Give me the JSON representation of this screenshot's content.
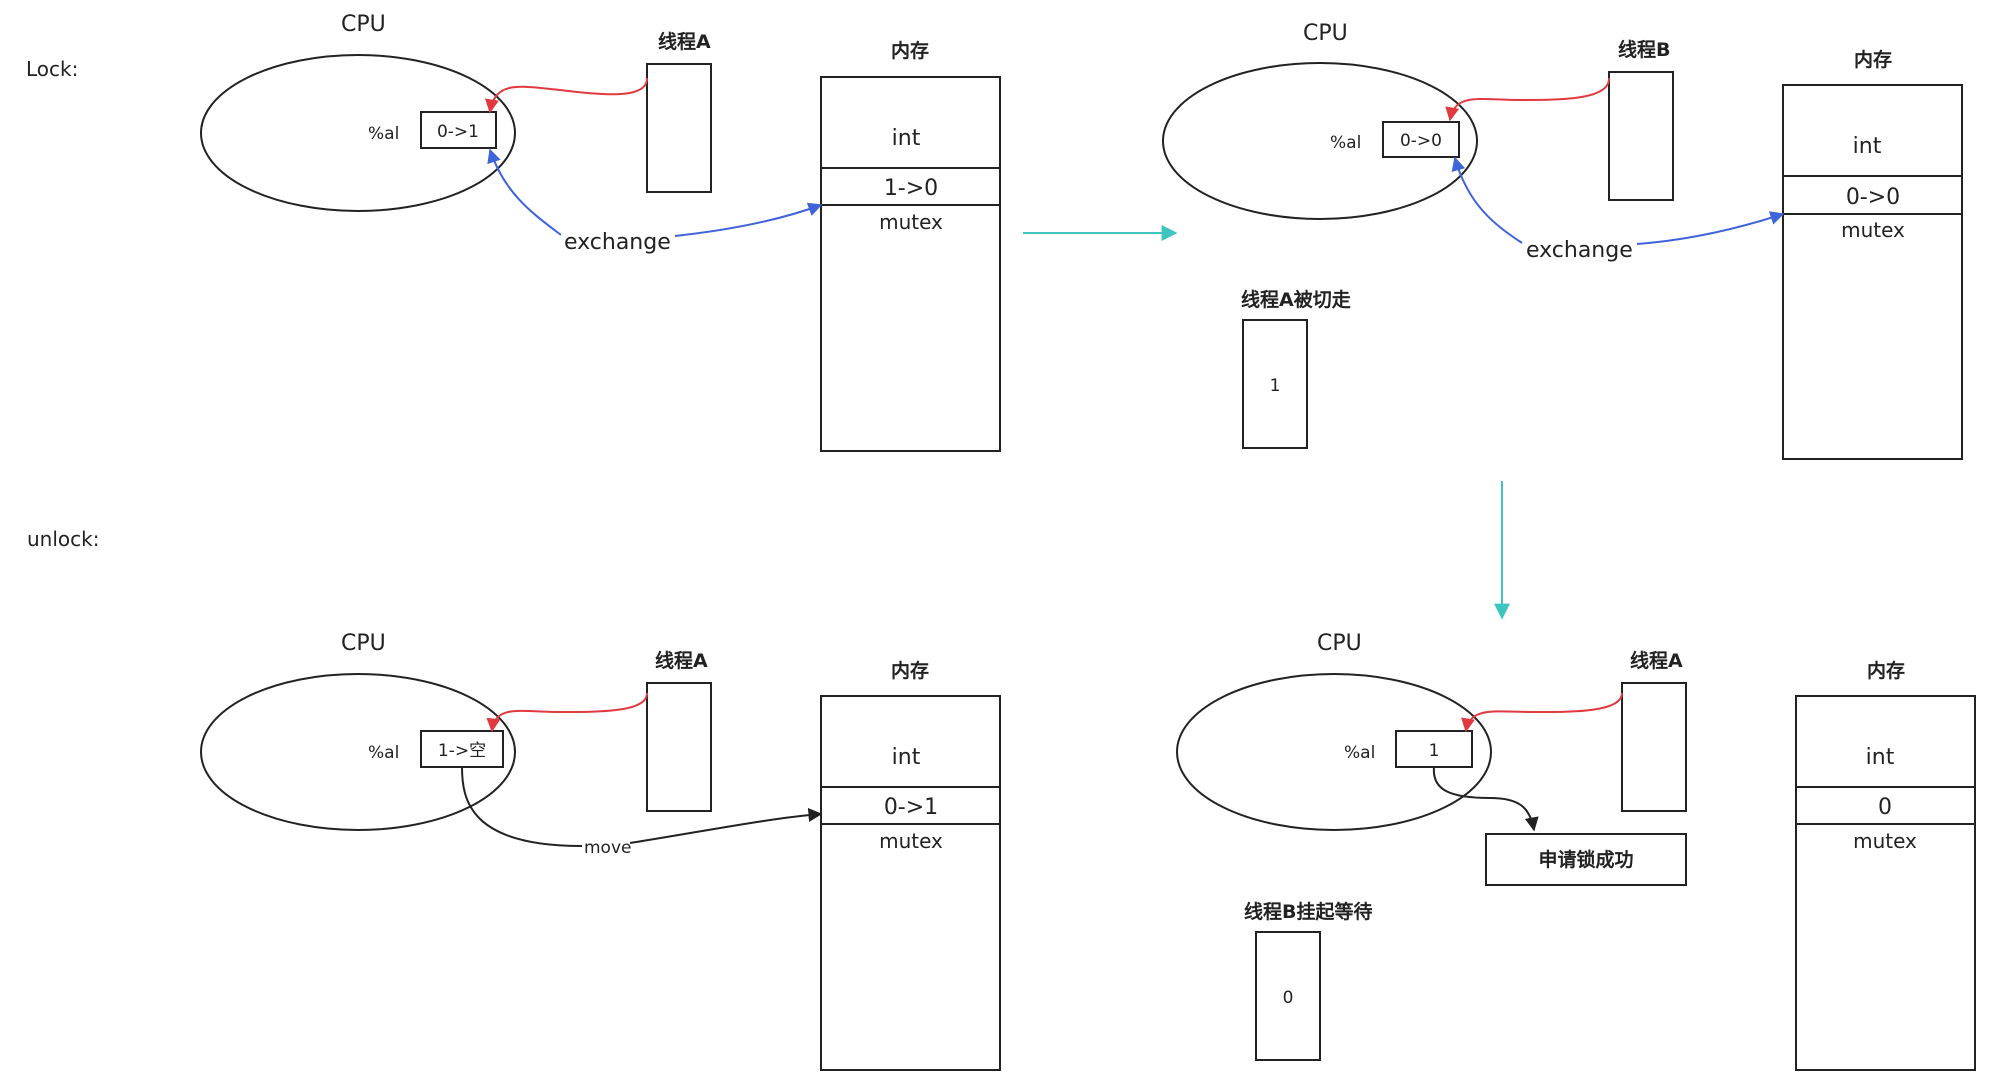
{
  "labels": {
    "lock": "Lock:",
    "unlock": "unlock:"
  },
  "panel_tl": {
    "cpu": "CPU",
    "reg": "%al",
    "reg_value": "0->1",
    "thread": "线程A",
    "memory": "内存",
    "int": "int",
    "mutex_value": "1->0",
    "mutex": "mutex",
    "edge": "exchange"
  },
  "panel_tr": {
    "cpu": "CPU",
    "reg": "%al",
    "reg_value": "0->0",
    "thread": "线程B",
    "memory": "内存",
    "int": "int",
    "mutex_value": "0->0",
    "mutex": "mutex",
    "edge": "exchange",
    "switched_caption": "线程A被切走",
    "switched_value": "1"
  },
  "panel_bl": {
    "cpu": "CPU",
    "reg": "%al",
    "reg_value": "1->空",
    "thread": "线程A",
    "memory": "内存",
    "int": "int",
    "mutex_value": "0->1",
    "mutex": "mutex",
    "edge": "move"
  },
  "panel_br": {
    "cpu": "CPU",
    "reg": "%al",
    "reg_value": "1",
    "thread": "线程A",
    "memory": "内存",
    "int": "int",
    "mutex_value": "0",
    "mutex": "mutex",
    "result": "申请锁成功",
    "waiting_caption": "线程B挂起等待",
    "waiting_value": "0"
  },
  "colors": {
    "red": "#e0393e",
    "blue": "#3f63d8",
    "teal": "#3fc5c0",
    "ink": "#222222"
  }
}
